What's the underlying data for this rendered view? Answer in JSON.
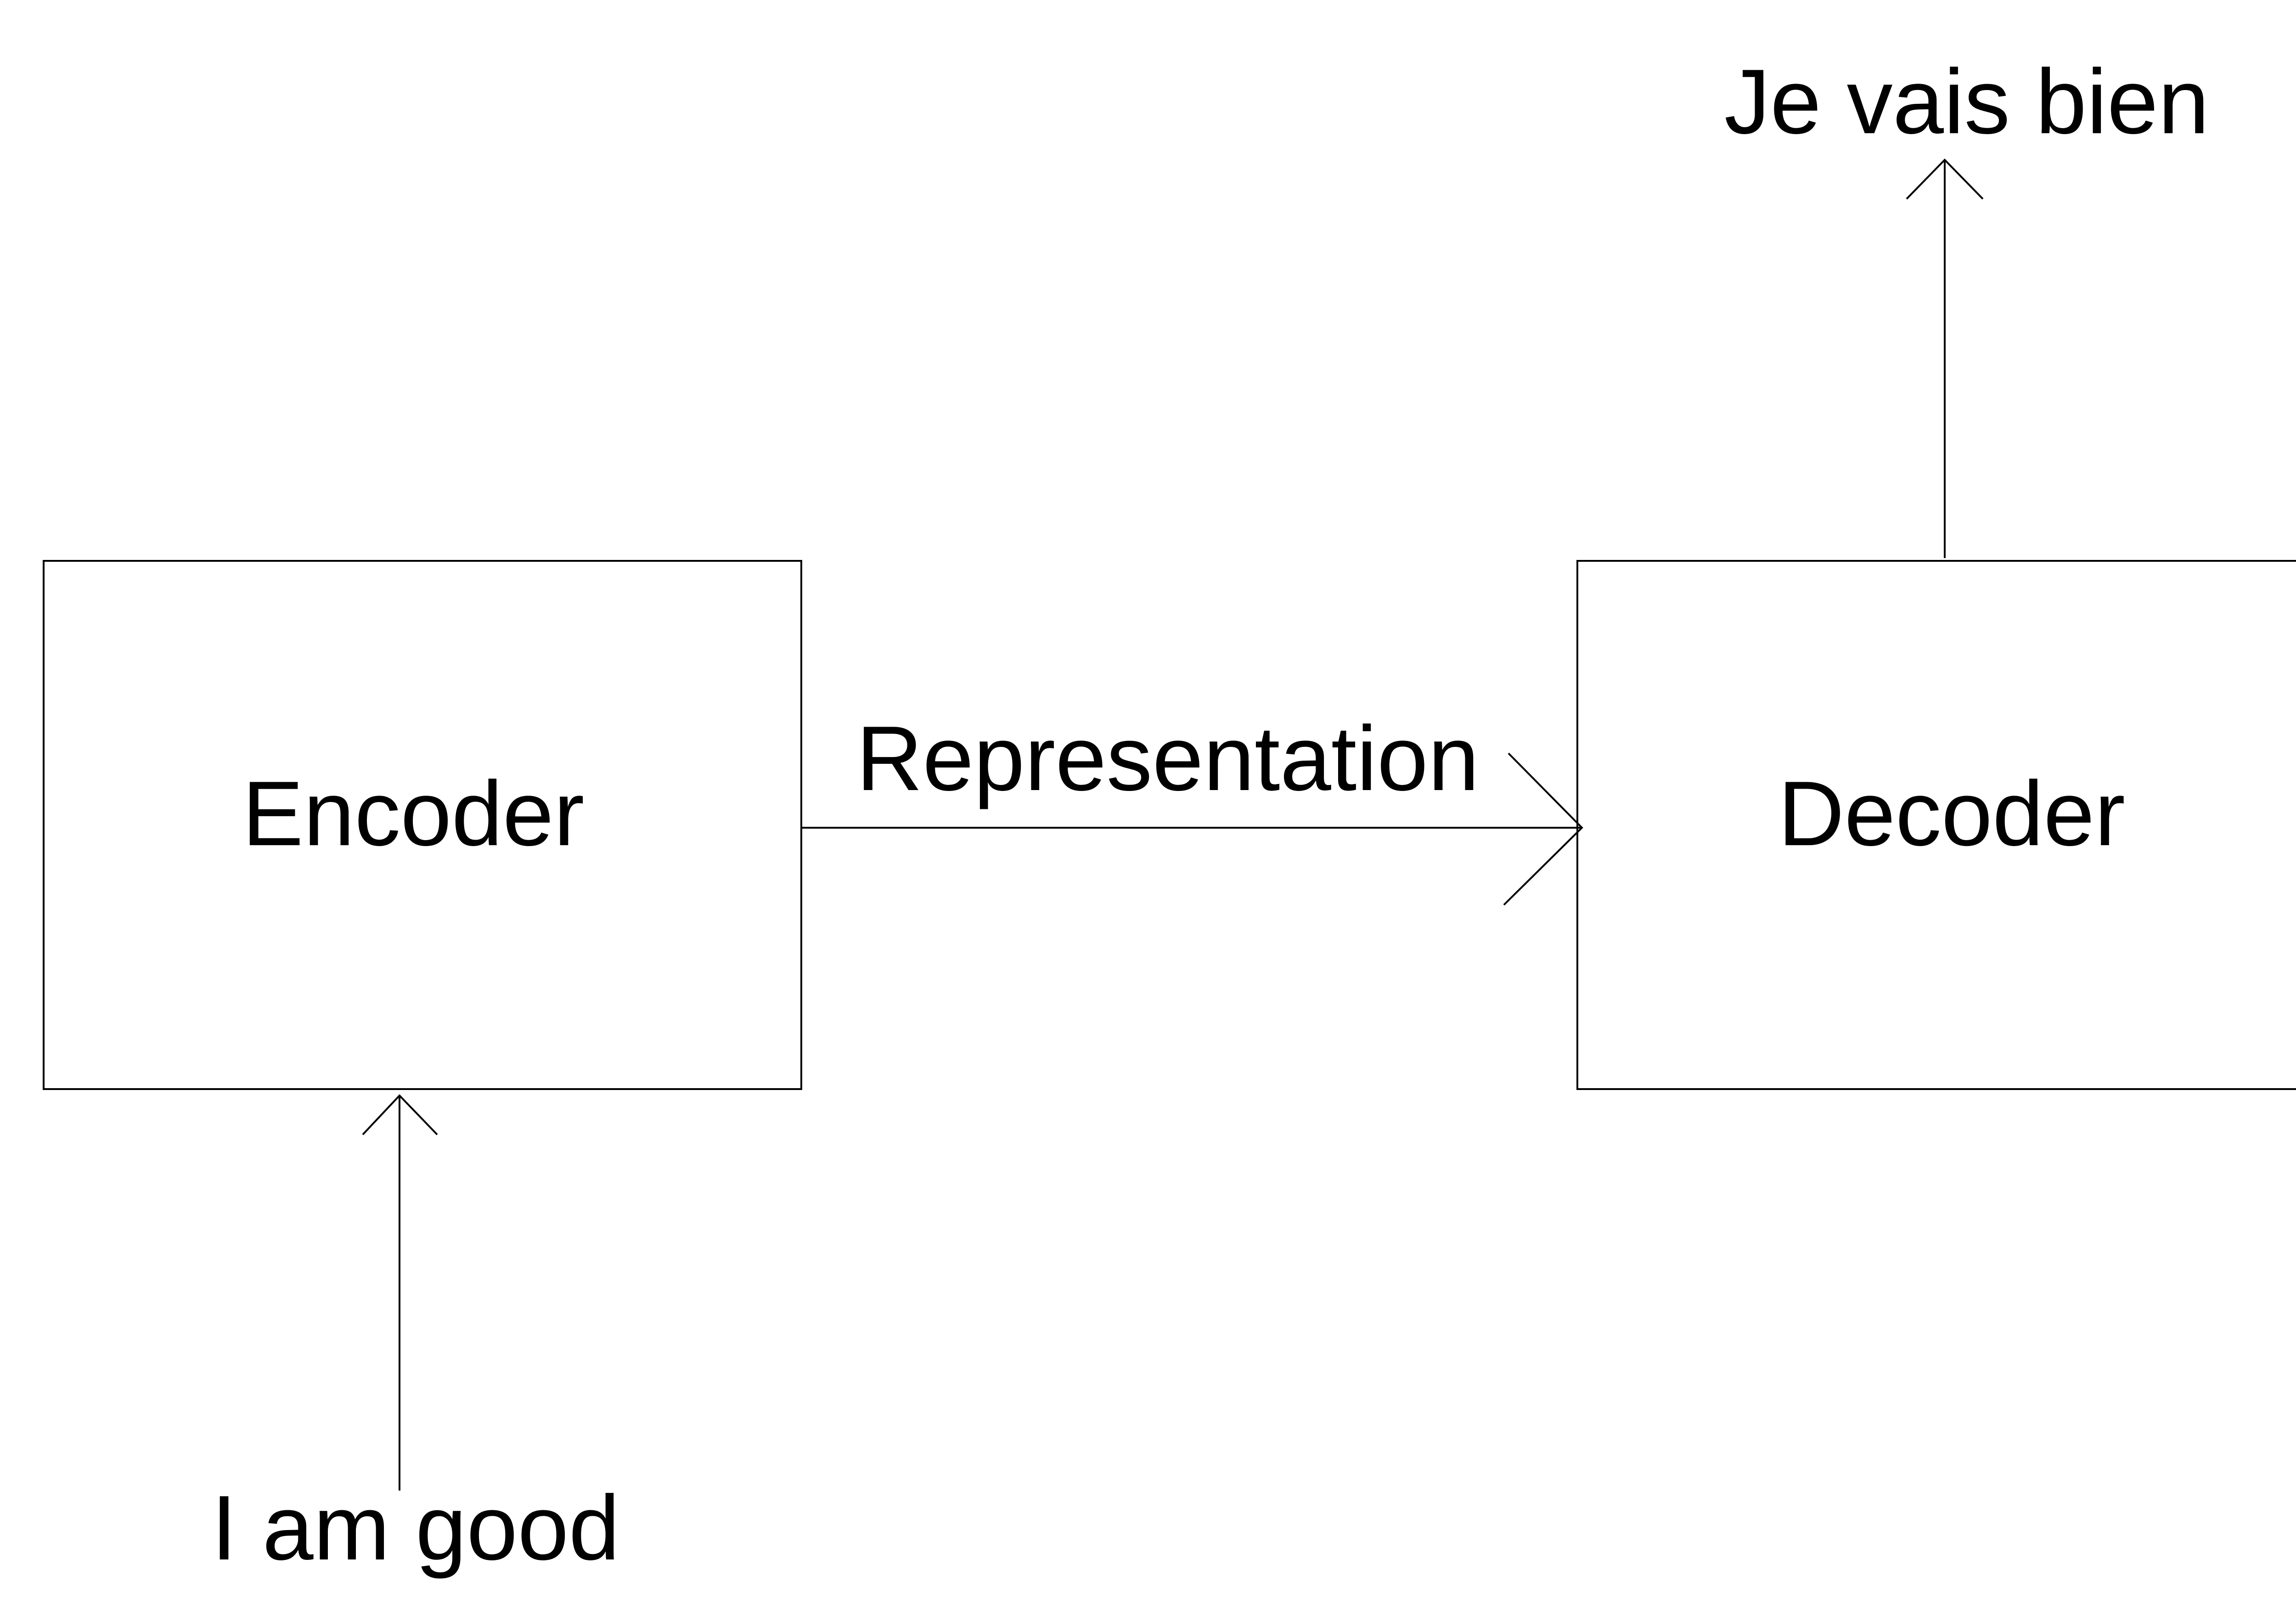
{
  "diagram": {
    "nodes": {
      "encoder": {
        "label": "Encoder"
      },
      "decoder": {
        "label": "Decoder"
      }
    },
    "io": {
      "input_text": "I am good",
      "output_text": "Je vais bien"
    },
    "edges": {
      "representation_label": "Representation"
    },
    "colors": {
      "stroke": "#000000",
      "text": "#000000",
      "background": "#ffffff"
    }
  }
}
